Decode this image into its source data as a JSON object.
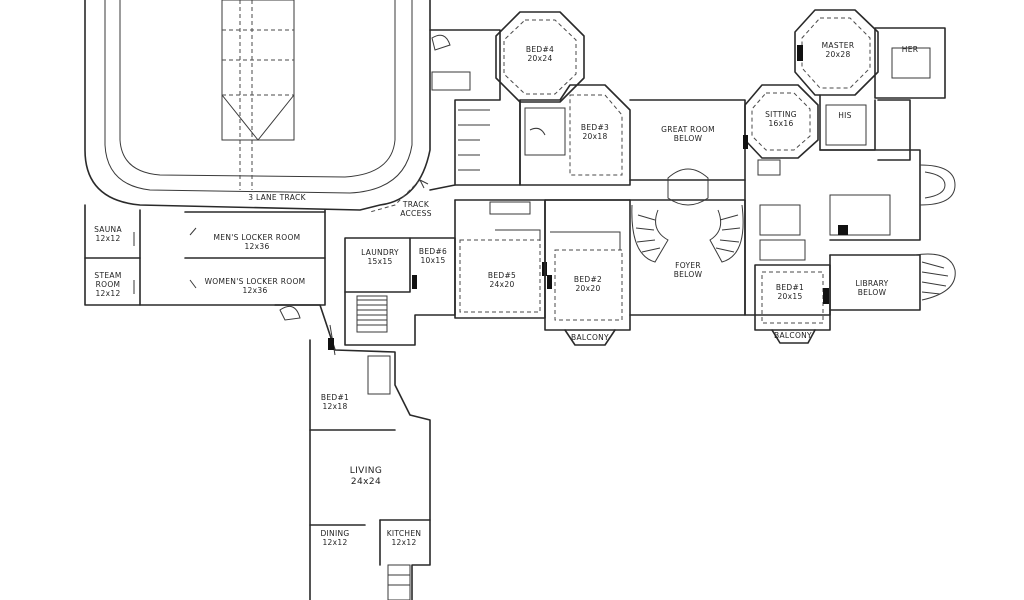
{
  "labels": {
    "track": "3 LANE TRACK",
    "track_access": "TRACK\nACCESS",
    "sauna": "SAUNA\n12x12",
    "steam": "STEAM\nROOM\n12x12",
    "mens_locker": "MEN'S LOCKER ROOM\n12x36",
    "womens_locker": "WOMEN'S LOCKER ROOM\n12x36",
    "laundry": "LAUNDRY\n15x15",
    "bed6": "BED#6\n10x15",
    "bed5": "BED#5\n24x20",
    "bed4": "BED#4\n20x24",
    "bed3": "BED#3\n20x18",
    "bed2": "BED#2\n20x20",
    "bed1_upper": "BED#1\n20x15",
    "great_room": "GREAT ROOM\nBELOW",
    "foyer": "FOYER\nBELOW",
    "master": "MASTER\n20x28",
    "her": "HER",
    "his": "HIS",
    "sitting": "SITTING\n16x16",
    "library": "LIBRARY\nBELOW",
    "balcony": "BALCONY",
    "bed1_lower": "BED#1\n12x18",
    "living": "LIVING\n24x24",
    "dining": "DINING\n12x12",
    "kitchen": "KITCHEN\n12x12"
  },
  "colors": {
    "ink": "#2a2a2a",
    "paper": "#ffffff"
  }
}
